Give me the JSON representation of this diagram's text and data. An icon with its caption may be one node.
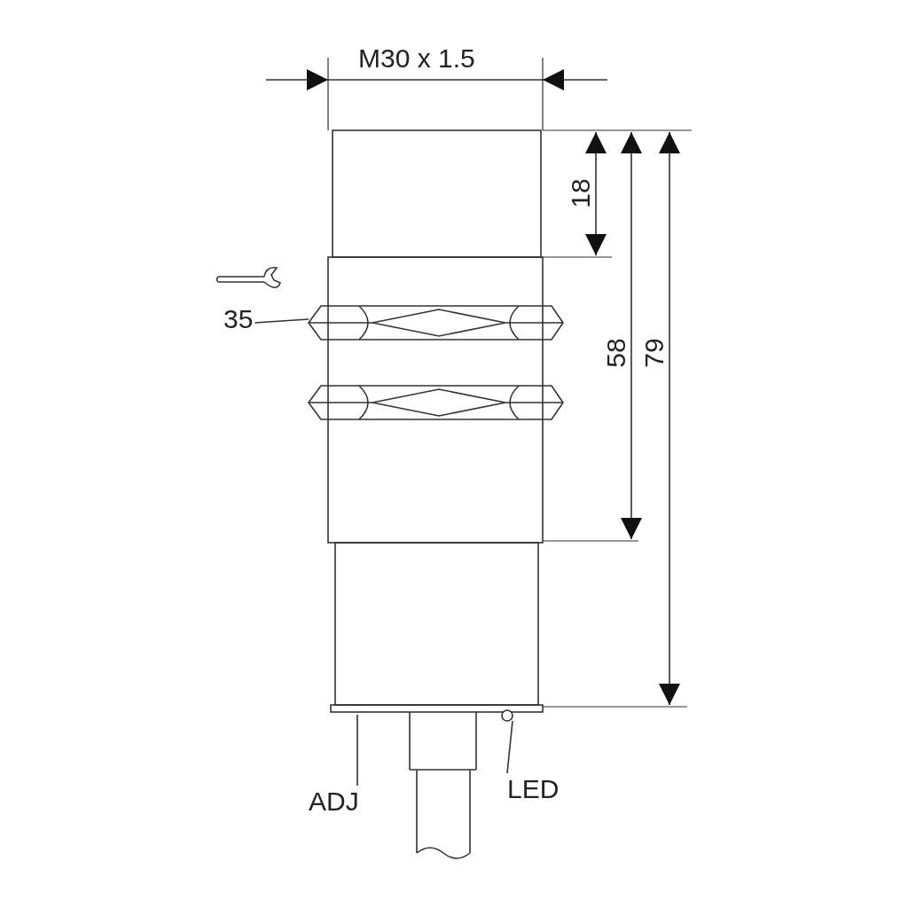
{
  "diagram": {
    "nodes": [
      {
        "text": [
          "35"
        ]
      },
      {
        "text": [],
        "shape": "picture"
      },
      {
        "text": [],
        "shape": "picture"
      },
      {
        "text": [
          "ADJ"
        ]
      },
      {
        "text": [
          "LED"
        ]
      },
      {
        "text": [],
        "shape": "circle"
      }
    ],
    "edges": [
      {
        "from": 0,
        "to": 1,
        "arrow": "none"
      },
      {
        "from": 3,
        "to": null,
        "arrow": "none"
      },
      {
        "from": 4,
        "to": 5,
        "arrow": "none"
      }
    ],
    "labels": [
      "M30 x 1.5",
      "18",
      "58",
      "79"
    ]
  }
}
